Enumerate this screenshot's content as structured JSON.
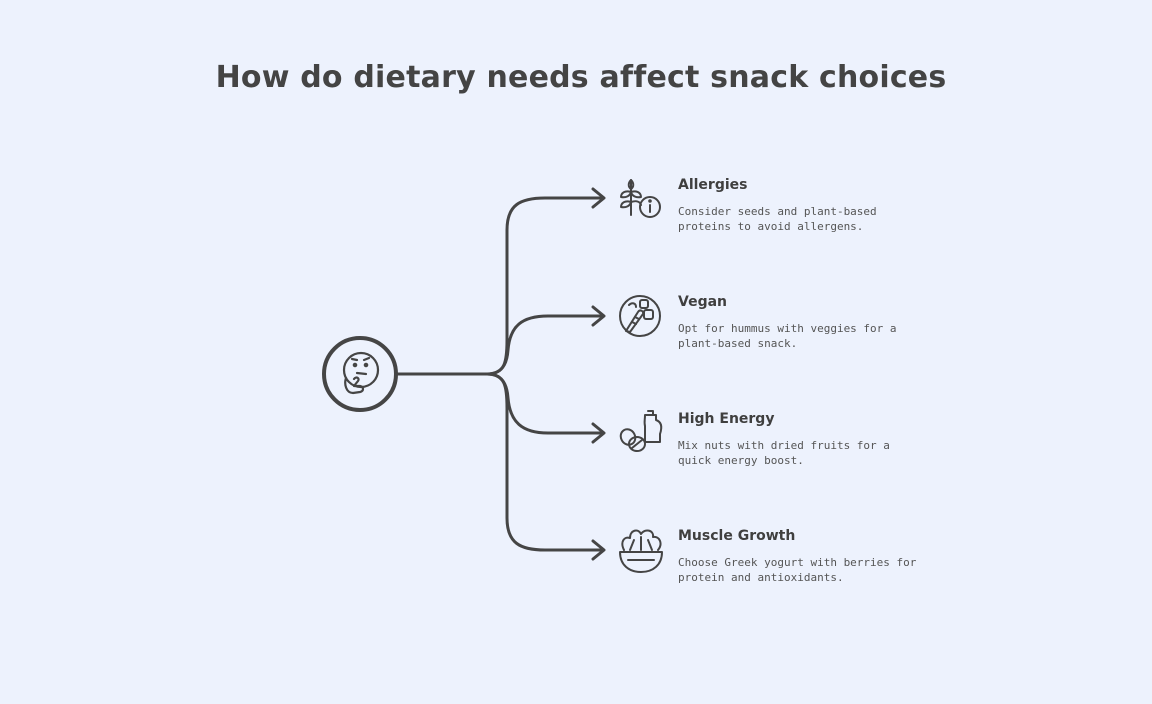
{
  "title": "How do dietary needs affect snack choices",
  "center": {
    "icon": "thinking-face-icon"
  },
  "items": [
    {
      "title": "Allergies",
      "description": "Consider seeds and plant-based proteins to avoid allergens.",
      "icon": "wheat-info-icon"
    },
    {
      "title": "Vegan",
      "description": "Opt for hummus with veggies for a plant-based snack.",
      "icon": "vegetables-circle-icon"
    },
    {
      "title": "High Energy",
      "description": "Mix nuts with dried fruits for a quick energy boost.",
      "icon": "nuts-jar-icon"
    },
    {
      "title": "Muscle Growth",
      "description": "Choose Greek yogurt with berries for protein and antioxidants.",
      "icon": "salad-bowl-icon"
    }
  ],
  "colors": {
    "background": "#edf2fd",
    "stroke": "#454545"
  }
}
